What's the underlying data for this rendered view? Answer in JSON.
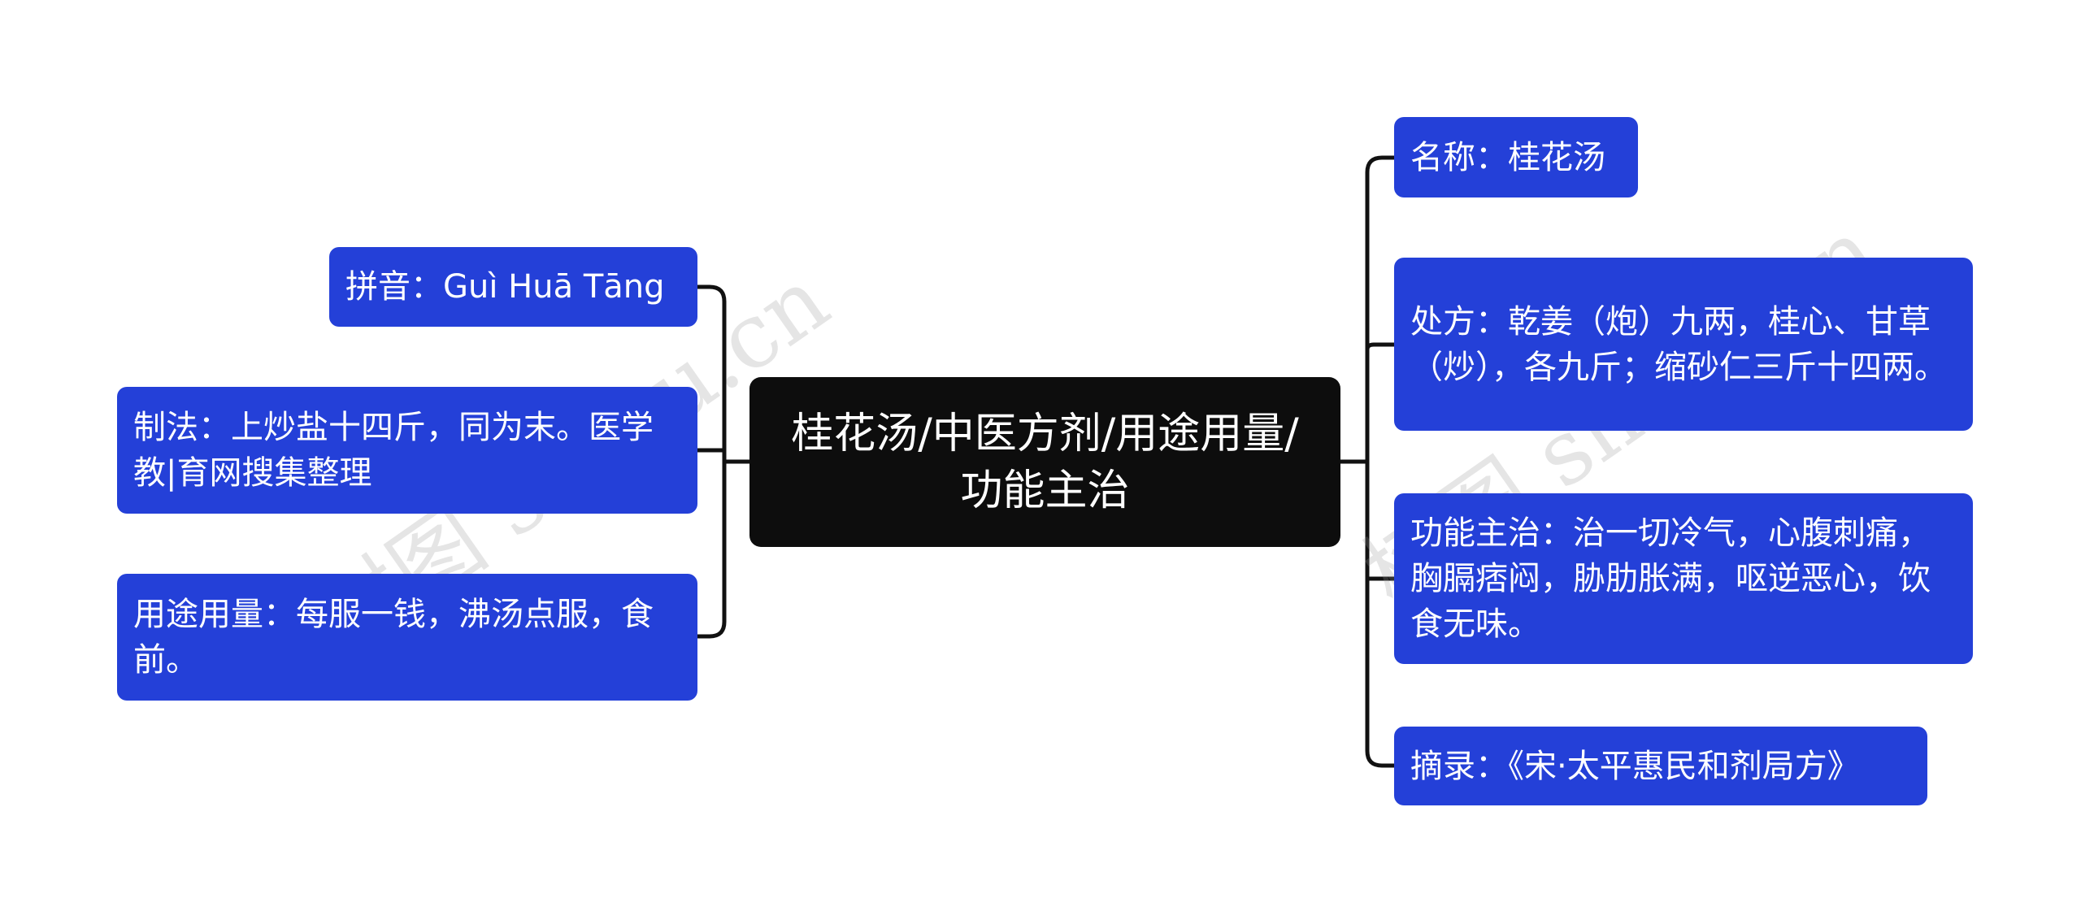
{
  "center": {
    "title": "桂花汤/中医方剂/用途用量/功能主治"
  },
  "left_nodes": [
    {
      "text": "拼音：Guì Huā Tāng"
    },
    {
      "text": "制法：上炒盐十四斤，同为末。医学教|育网搜集整理"
    },
    {
      "text": "用途用量：每服一钱，沸汤点服，食前。"
    }
  ],
  "right_nodes": [
    {
      "text": "名称：桂花汤"
    },
    {
      "text": "处方：乾姜（炮）九两，桂心、甘草（炒），各九斤；缩砂仁三斤十四两。"
    },
    {
      "text": "功能主治：治一切冷气，心腹刺痛，胸膈痞闷，胁肋胀满，呕逆恶心，饮食无味。"
    },
    {
      "text": "摘录：《宋·太平惠民和剂局方》"
    }
  ],
  "watermark": "树图 shutu.cn",
  "colors": {
    "node": "#2440d8",
    "center": "#0d0d0d",
    "line": "#111111"
  }
}
